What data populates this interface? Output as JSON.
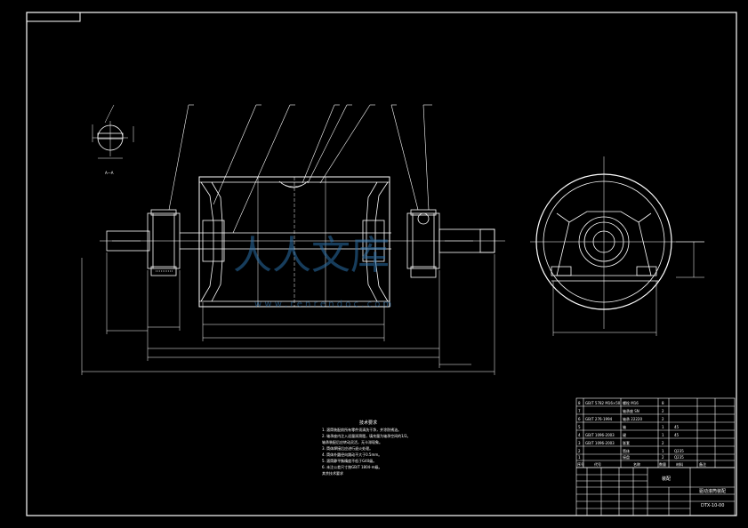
{
  "drawing": {
    "section_label": "A—A",
    "watermark_cn": "人人文库",
    "watermark_url": "w w w . r e n r e n d o c . c o m",
    "tech_title": "技术要求",
    "tech_lines": [
      "1. 滚筒装配前所有零件须清洗干净，并涂防锈油。",
      "2. 轴承座内注入适量润滑脂，填充量为轴承空间的1/2。",
      "   轴承装配后应转动灵活，无卡滞现象。",
      "3. 筒体焊接后应进行退火处理。",
      "4. 筒体外圆径向跳动不大于0.5mm。",
      "5. 滚筒静平衡精度不低于G40级。",
      "6. 未注公差尺寸按GB/T 1804-m级。",
      "其余技术要求"
    ],
    "title_block": {
      "part_name": "驱动滚筒装配",
      "drawing_no": "DTX-10-00",
      "material_label": "装配"
    },
    "bom_rows": [
      [
        "8",
        "GB/T 5782 M16×50",
        "螺栓 M16",
        "8",
        "",
        ""
      ],
      [
        "7",
        "",
        "轴承座 SN",
        "2",
        "",
        ""
      ],
      [
        "6",
        "GB/T 276-1994",
        "轴承 22220",
        "2",
        "",
        ""
      ],
      [
        "5",
        "",
        "轴",
        "1",
        "45",
        ""
      ],
      [
        "4",
        "GB/T 1096-2003",
        "键",
        "1",
        "45",
        ""
      ],
      [
        "3",
        "GB/T 1096-2003",
        "胀套",
        "2",
        "",
        ""
      ],
      [
        "2",
        "",
        "筒体",
        "1",
        "Q235",
        ""
      ],
      [
        "1",
        "",
        "接盘",
        "2",
        "Q235",
        ""
      ]
    ],
    "bom_header": [
      "序号",
      "代号",
      "名称",
      "数量",
      "材料",
      "备注"
    ]
  }
}
